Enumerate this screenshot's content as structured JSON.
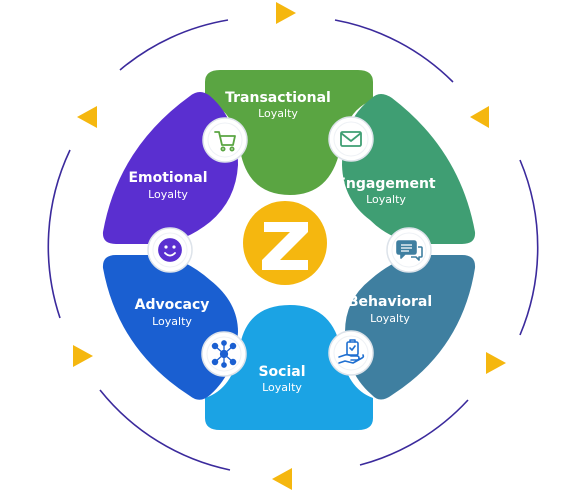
{
  "segments": [
    {
      "key": "transactional",
      "title": "Transactional",
      "subtitle": "Loyalty",
      "color": "#5aa542",
      "icon": "shopping-cart-icon",
      "icon_color": "#5aa542"
    },
    {
      "key": "engagement",
      "title": "Engagement",
      "subtitle": "Loyalty",
      "color": "#3f9e73",
      "icon": "envelope-icon",
      "icon_color": "#3f9e73"
    },
    {
      "key": "behavioral",
      "title": "Behavioral",
      "subtitle": "Loyalty",
      "color": "#3f7fa0",
      "icon": "chat-bubbles-icon",
      "icon_color": "#3f7fa0"
    },
    {
      "key": "social",
      "title": "Social",
      "subtitle": "Loyalty",
      "color": "#1ba3e4",
      "icon": "hand-clipboard-icon",
      "icon_color": "#1f6fd0"
    },
    {
      "key": "advocacy",
      "title": "Advocacy",
      "subtitle": "Loyalty",
      "color": "#1a5fd1",
      "icon": "network-people-icon",
      "icon_color": "#1a5fd1"
    },
    {
      "key": "emotional",
      "title": "Emotional",
      "subtitle": "Loyalty",
      "color": "#5a2fd0",
      "icon": "smiley-face-icon",
      "icon_color": "#5a2fd0"
    }
  ],
  "center_logo": {
    "glyph": "Z",
    "color": "#f5b70f",
    "icon": "brand-z-logo"
  },
  "ring": {
    "color": "#3b2a9c",
    "arrow_color": "#f5b70f"
  }
}
